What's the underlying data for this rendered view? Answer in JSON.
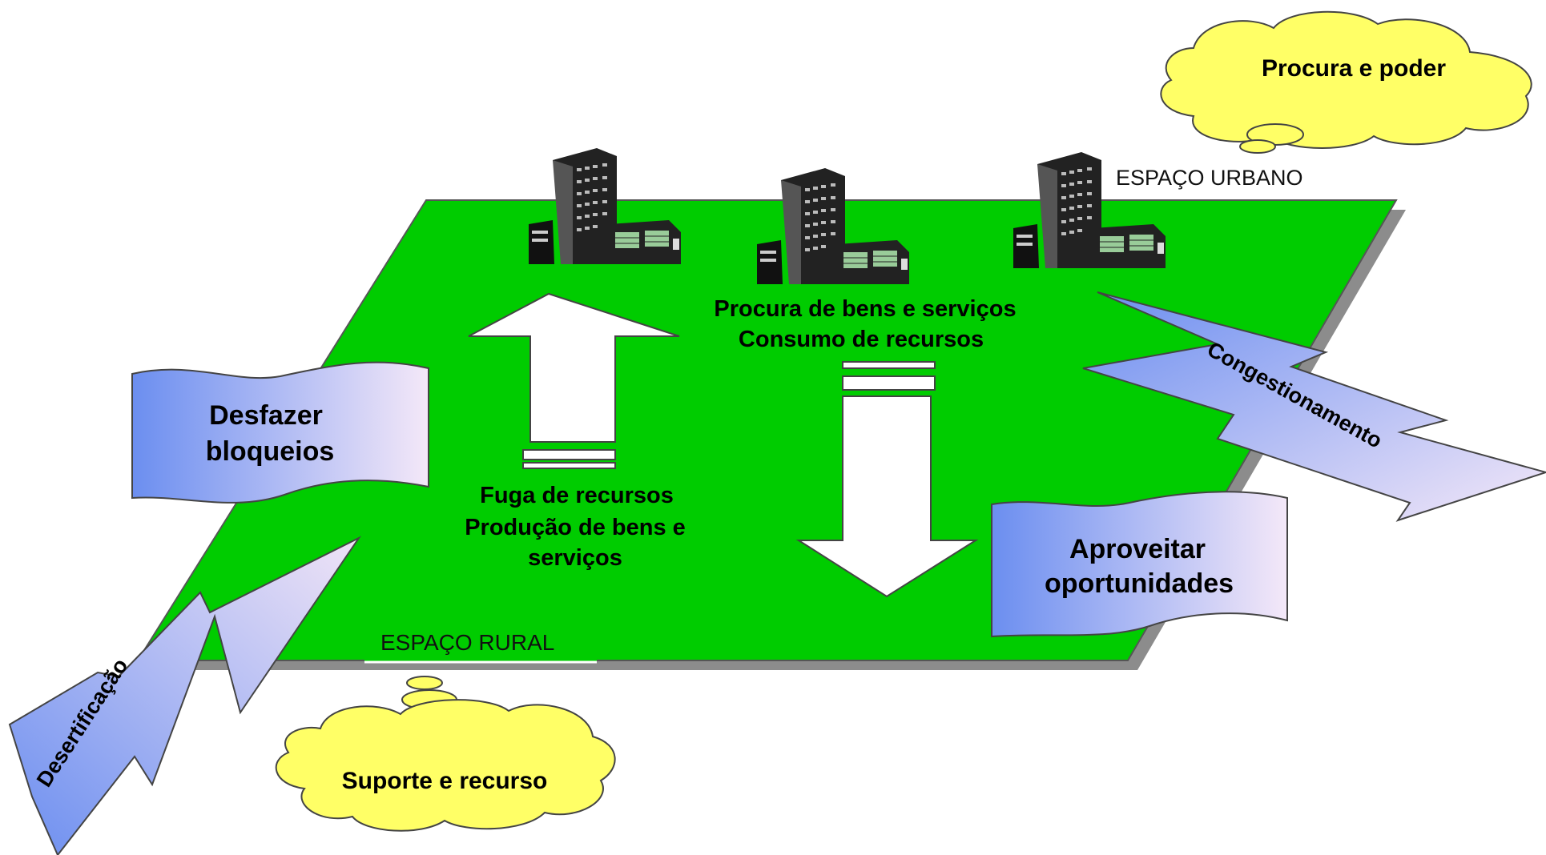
{
  "labels": {
    "urban_space": "ESPAÇO URBANO",
    "rural_space": "ESPAÇO RURAL",
    "demand_power": "Procura e poder",
    "support_resource": "Suporte e recurso",
    "demand_line1": "Procura de bens e serviços",
    "demand_line2": "Consumo de recursos",
    "flight_line1": "Fuga de recursos",
    "flight_line2": "Produção de bens e",
    "flight_line3": "serviços",
    "unblock_line1": "Desfazer",
    "unblock_line2": "bloqueios",
    "opportunities_line1": "Aproveitar",
    "opportunities_line2": "oportunidades",
    "congestion": "Congestionamento",
    "desertification": "Desertificação"
  },
  "colors": {
    "plane": "#00cc00",
    "cloud": "#ffff66",
    "arrow": "#ffffff",
    "banner_left": "#6b8ef0",
    "banner_right": "#f2e6f7",
    "shadow": "#888888"
  },
  "icons": [
    "buildings-icon",
    "buildings-icon",
    "buildings-icon"
  ]
}
